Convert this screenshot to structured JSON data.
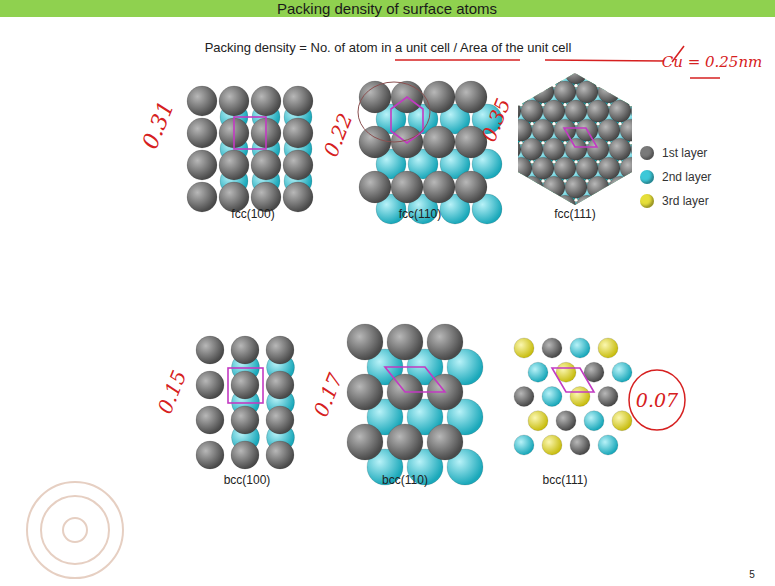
{
  "diagram": {
    "title": "Packing density of surface atoms",
    "labels": [
      "Packing density = No. of atom in a unit cell / Area of the unit cell",
      "Cu = 0.25nm",
      "0.31",
      "fcc(100)",
      "0.22",
      "fcc(110)",
      "0.35",
      "fcc(111)",
      "0.15",
      "bcc(100)",
      "0.17",
      "bcc(110)",
      "0.07",
      "bcc(111)",
      "5"
    ],
    "legend": [
      {
        "text": "1st layer",
        "color": "#7a7a7a"
      },
      {
        "text": "2nd layer",
        "color": "#3cc8d8"
      },
      {
        "text": "3rd layer",
        "color": "#e6df3a"
      }
    ]
  }
}
